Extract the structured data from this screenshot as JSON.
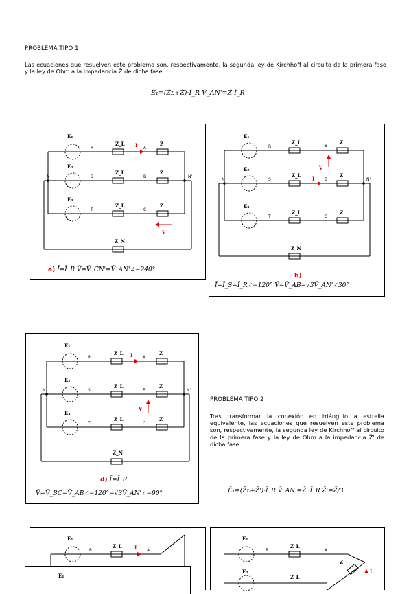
{
  "section1": {
    "title": "PROBLEMA TIPO 1",
    "paragraph": "Las ecuaciones que resuelven este problema son, respectivamente, la segunda ley de Kirchhoff al circuito de la primera fase y la ley de Ohm a la impedancia Z̄ de dicha fase:",
    "equation": "Ē₁=(Z̄ʟ+Z̄)·Ī_R V̄_AN'=Z̄·Ī_R"
  },
  "section2": {
    "title": "PROBLEMA TIPO 2",
    "paragraph": "Tras transformar la conexión en triángulo a estrella equivalente, las ecuaciones que resuelven este problema son, respectivamente, la segunda ley de Kirchhoff al circuito de la primera fase y la ley de Ohm a la impedancia Z̄' de dicha fase:",
    "equation": "Ē₁=(Z̄ʟ+Z̄')·Ī_R V̄_AN'=Z̄'·Ī_R Z̄'=Z̄/3"
  },
  "figures": {
    "a": {
      "label": "a)",
      "caption": "Ī=Ī_R V̄=V̄_CN'=V̄_AN'∠−240°"
    },
    "b": {
      "label": "b)",
      "caption": "Ī=Ī_S=Ī_R∠−120° V̄=V̄_AB=√3V̄_AN'∠30°"
    },
    "d": {
      "label": "d)",
      "caption1": "Ī=Ī_R",
      "caption2": "V̄=V̄_BC=V̄_AB∠−120°=√3V̄_AN'∠−90°"
    }
  },
  "circuit_labels": {
    "E1": "E₁",
    "E2": "E₂",
    "E3": "E₃",
    "R": "R",
    "S": "S",
    "T": "T",
    "A": "A",
    "B": "B",
    "C": "C",
    "N": "N",
    "Np": "N'",
    "ZL": "Z_L",
    "Z": "Z",
    "ZN": "Z_N",
    "I": "I",
    "V": "V"
  },
  "colors": {
    "accent": "#e00000"
  }
}
